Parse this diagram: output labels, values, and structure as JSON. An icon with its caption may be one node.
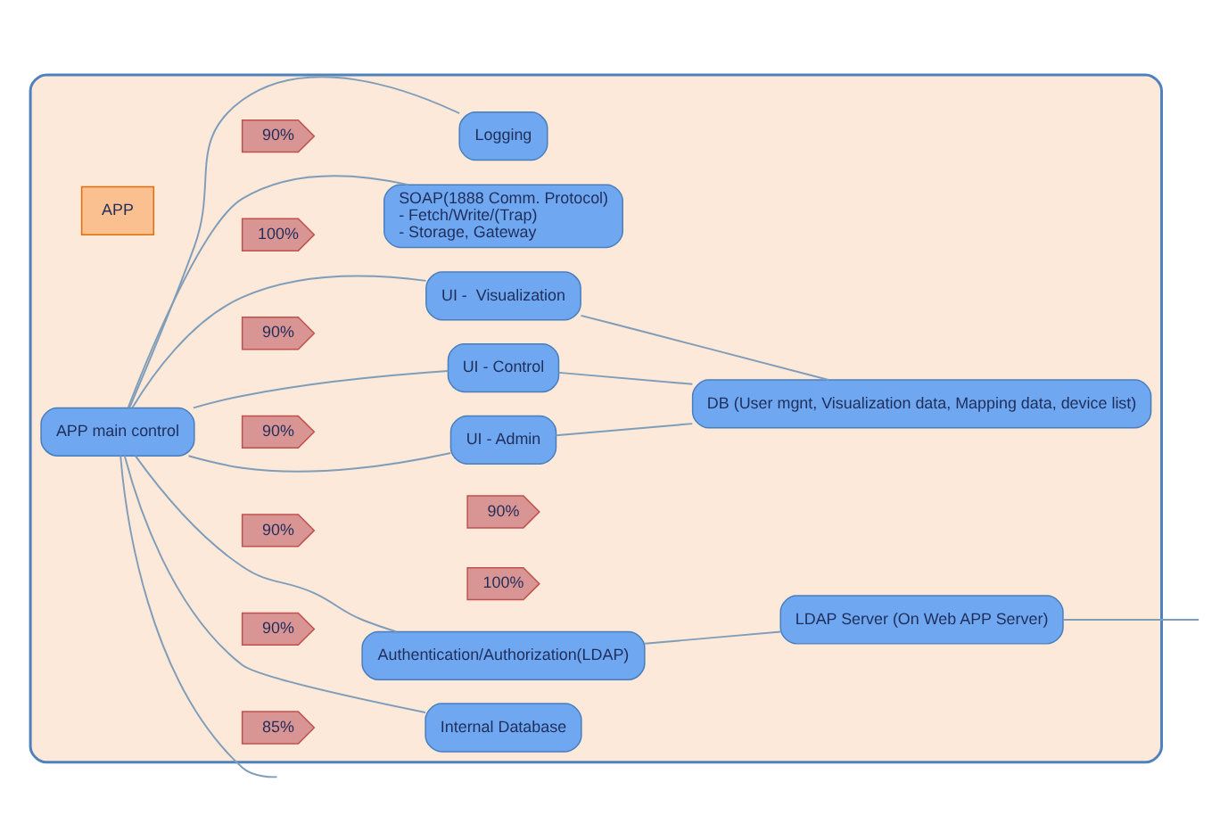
{
  "diagram": {
    "nodes": [
      {
        "text": [],
        "shape": "box"
      },
      {
        "text": [
          "APP"
        ],
        "in": 0
      },
      {
        "text": [
          "APP main control"
        ],
        "in": 0
      },
      {
        "text": [
          "90%"
        ],
        "in": 0
      },
      {
        "text": [
          "UI -  Visualization"
        ],
        "in": 0
      },
      {
        "text": [
          "90%"
        ],
        "in": 0
      },
      {
        "text": [
          "UI - Control"
        ],
        "in": 0
      },
      {
        "text": [
          "90%"
        ],
        "in": 0
      },
      {
        "text": [
          "UI - Admin"
        ],
        "in": 0
      },
      {
        "text": [
          "90%"
        ],
        "in": 0
      },
      {
        "text": [
          "Authentication/Authorization(LDAP)"
        ],
        "in": 0
      },
      {
        "text": [
          "85%"
        ],
        "in": 0
      },
      {
        "text": [
          "Internal Database"
        ],
        "in": 0
      },
      {
        "text": [
          "90%"
        ],
        "in": 0
      },
      {
        "text": [
          "DB (User mgnt, Visualization data, Mapping data, device list)"
        ],
        "in": 0
      },
      {
        "text": [
          "100%"
        ],
        "in": 0
      },
      {
        "text": [
          "LDAP Server (On Web APP Server)"
        ],
        "in": 0
      },
      {
        "text": [
          "90%"
        ],
        "in": 0
      },
      {
        "text": [
          "Logging"
        ],
        "in": 0
      },
      {
        "text": [
          "100%"
        ],
        "in": 0
      },
      {
        "text": [
          "SOAP(1888 Comm. Protocol)",
          "- Fetch/Write/(Trap)",
          "- Storage, Gateway"
        ],
        "in": 0
      }
    ],
    "edges": [
      {
        "from": 2,
        "to": 4,
        "arrow": "none"
      },
      {
        "from": 2,
        "to": 6,
        "arrow": "none"
      },
      {
        "from": 2,
        "to": 8,
        "arrow": "none"
      },
      {
        "from": 2,
        "to": 10,
        "arrow": "none"
      },
      {
        "from": 2,
        "to": 12,
        "arrow": "none"
      },
      {
        "from": 2,
        "to": 18,
        "arrow": "none"
      },
      {
        "from": 2,
        "to": 20,
        "arrow": "none"
      },
      {
        "from": 2,
        "to": null,
        "arrow": "none"
      },
      {
        "from": 4,
        "to": 14,
        "arrow": "none"
      },
      {
        "from": 6,
        "to": 14,
        "arrow": "none"
      },
      {
        "from": 8,
        "to": 14,
        "arrow": "none"
      },
      {
        "from": 10,
        "to": 16,
        "arrow": "none"
      },
      {
        "from": 16,
        "to": null,
        "arrow": "none"
      }
    ]
  }
}
